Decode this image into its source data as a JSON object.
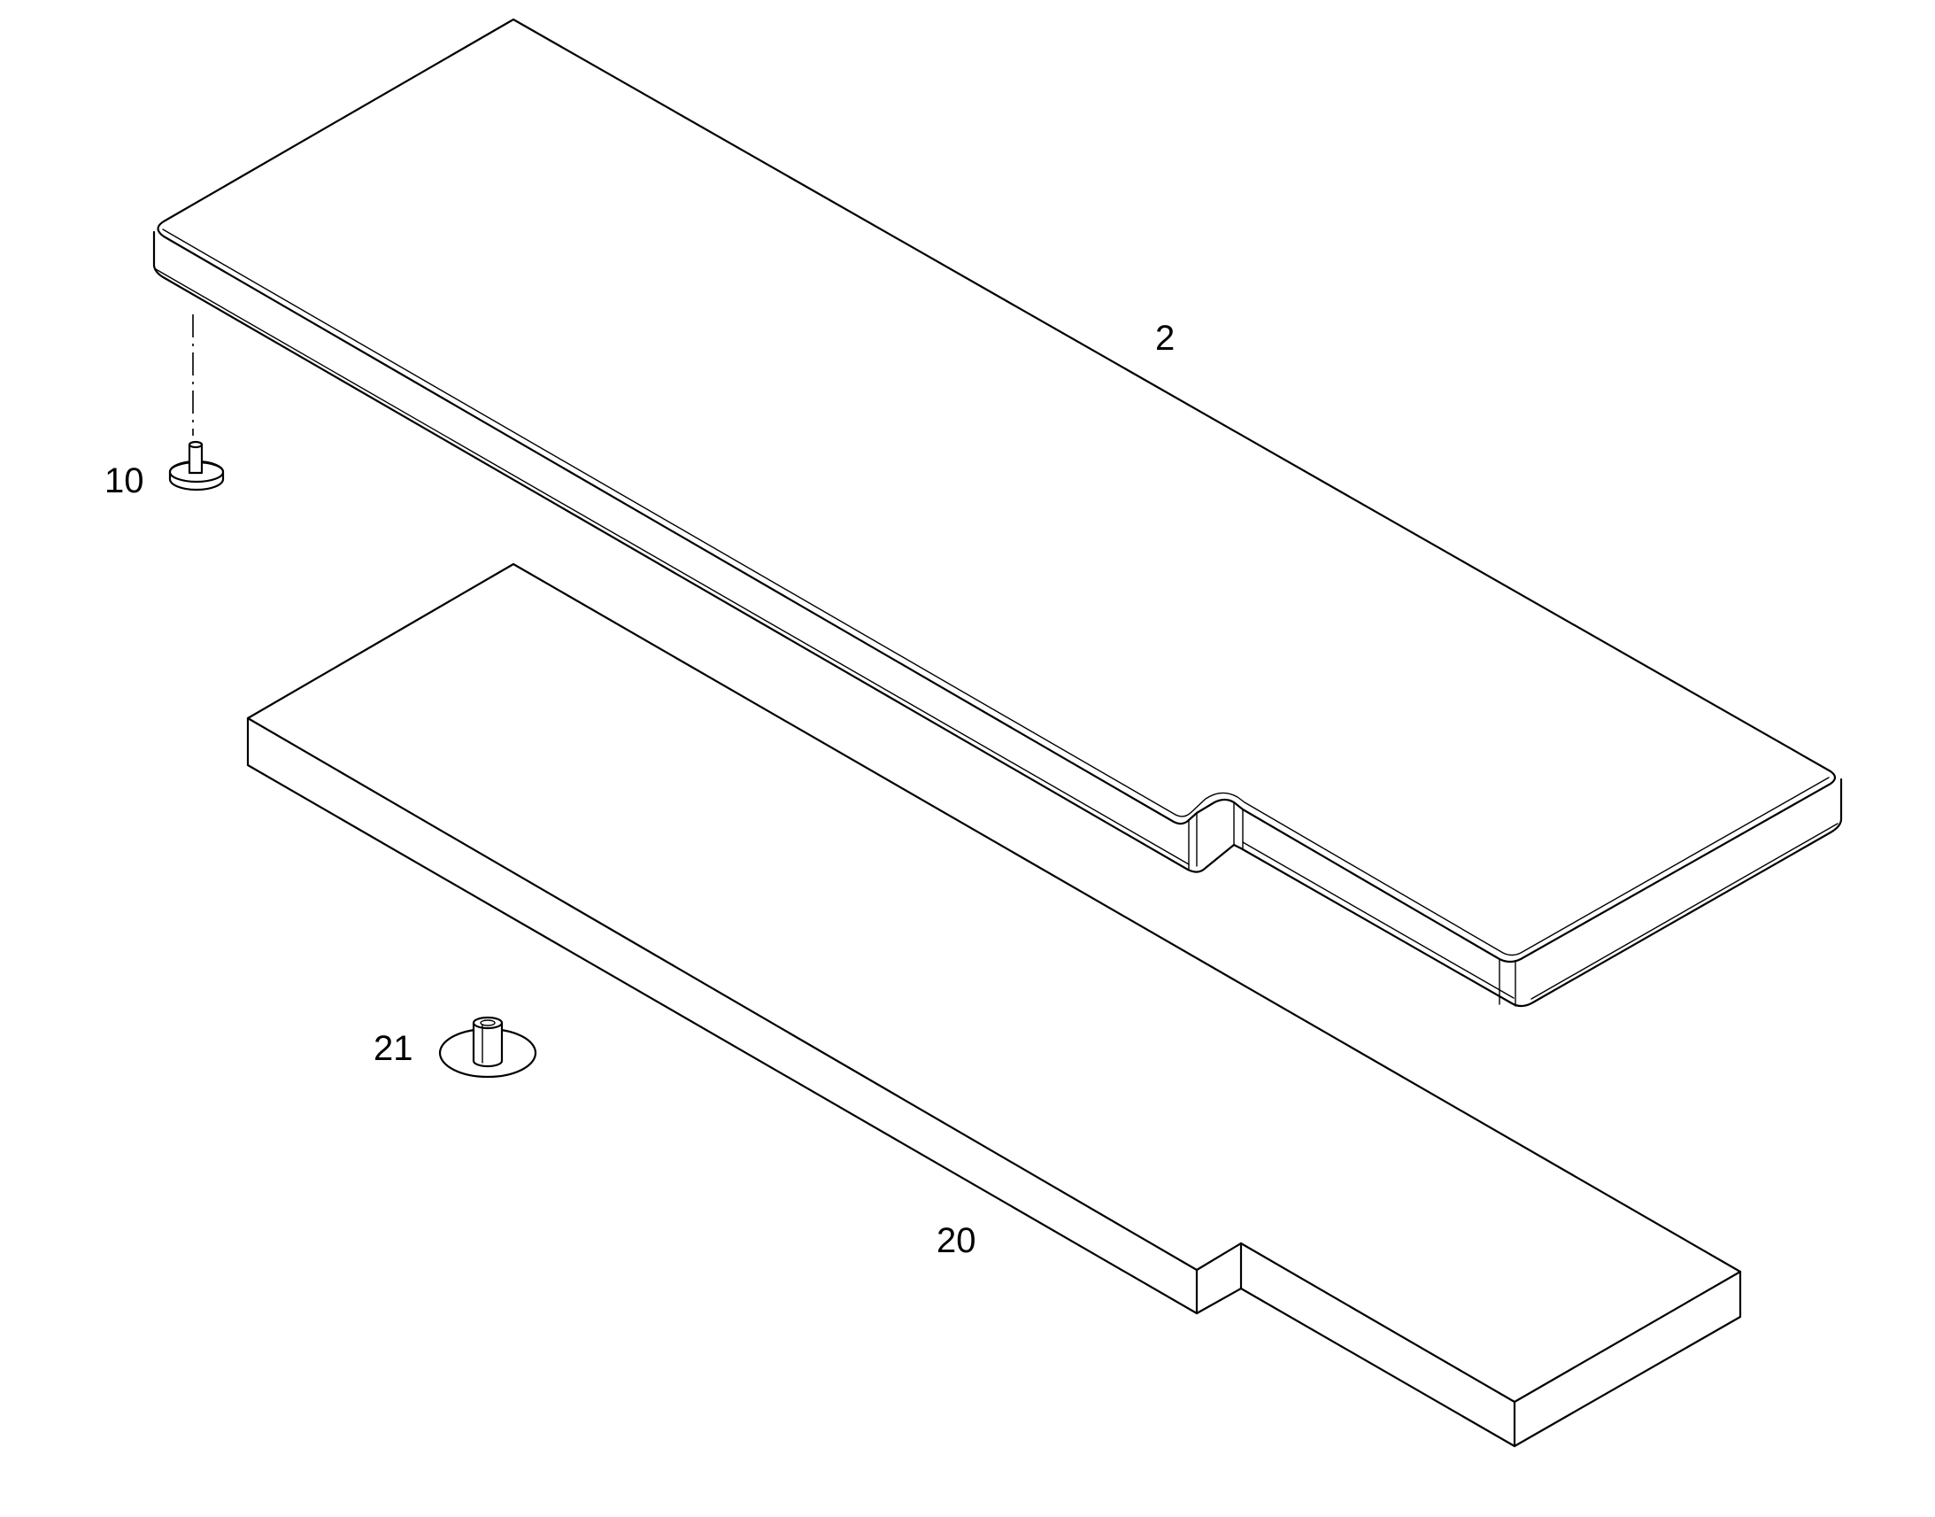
{
  "callouts": {
    "cover": "2",
    "pin": "10",
    "pad": "20",
    "spacer": "21"
  }
}
